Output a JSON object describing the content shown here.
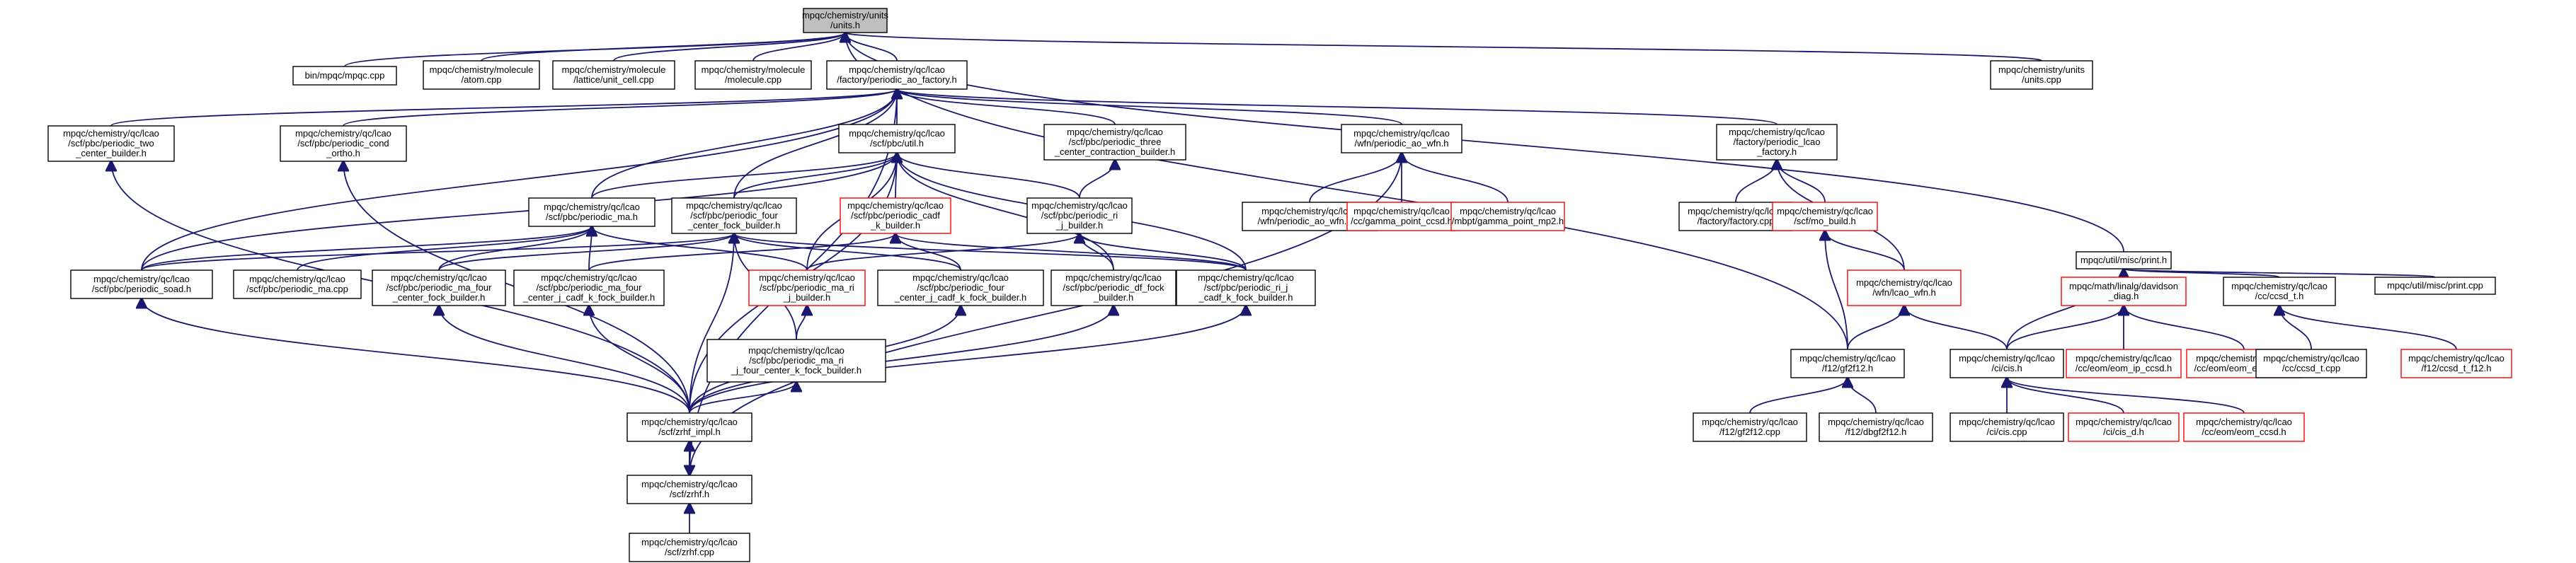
{
  "diagram": {
    "title": "",
    "colors": {
      "edge": "#191970",
      "root_fill": "#bfbfbf",
      "border": "#000000",
      "red_border": "#ff0000"
    },
    "nodes": [
      {
        "id": "units_h",
        "lines": [
          "mpqc/chemistry/units",
          "/units.h"
        ],
        "style": "root"
      },
      {
        "id": "mpqc_cpp",
        "lines": [
          "bin/mpqc/mpqc.cpp"
        ]
      },
      {
        "id": "atom_cpp",
        "lines": [
          "mpqc/chemistry/molecule",
          "/atom.cpp"
        ]
      },
      {
        "id": "unit_cell_cpp",
        "lines": [
          "mpqc/chemistry/molecule",
          "/lattice/unit_cell.cpp"
        ]
      },
      {
        "id": "molecule_cpp",
        "lines": [
          "mpqc/chemistry/molecule",
          "/molecule.cpp"
        ]
      },
      {
        "id": "periodic_ao_factory",
        "lines": [
          "mpqc/chemistry/qc/lcao",
          "/factory/periodic_ao_factory.h"
        ]
      },
      {
        "id": "units_cpp",
        "lines": [
          "mpqc/chemistry/units",
          "/units.cpp"
        ]
      },
      {
        "id": "two_center",
        "lines": [
          "mpqc/chemistry/qc/lcao",
          "/scf/pbc/periodic_two",
          "_center_builder.h"
        ]
      },
      {
        "id": "cond_ortho",
        "lines": [
          "mpqc/chemistry/qc/lcao",
          "/scf/pbc/periodic_cond",
          "_ortho.h"
        ]
      },
      {
        "id": "util_h",
        "lines": [
          "mpqc/chemistry/qc/lcao",
          "/scf/pbc/util.h"
        ]
      },
      {
        "id": "three_center",
        "lines": [
          "mpqc/chemistry/qc/lcao",
          "/scf/pbc/periodic_three",
          "_center_contraction_builder.h"
        ]
      },
      {
        "id": "periodic_ao_wfn",
        "lines": [
          "mpqc/chemistry/qc/lcao",
          "/wfn/periodic_ao_wfn.h"
        ]
      },
      {
        "id": "periodic_lcao_factory",
        "lines": [
          "mpqc/chemistry/qc/lcao",
          "/factory/periodic_lcao",
          "_factory.h"
        ]
      },
      {
        "id": "ma_h",
        "lines": [
          "mpqc/chemistry/qc/lcao",
          "/scf/pbc/periodic_ma.h"
        ]
      },
      {
        "id": "four_center_fock",
        "lines": [
          "mpqc/chemistry/qc/lcao",
          "/scf/pbc/periodic_four",
          "_center_fock_builder.h"
        ]
      },
      {
        "id": "cadf_k",
        "lines": [
          "mpqc/chemistry/qc/lcao",
          "/scf/pbc/periodic_cadf",
          "_k_builder.h"
        ],
        "style": "red"
      },
      {
        "id": "ri_j",
        "lines": [
          "mpqc/chemistry/qc/lcao",
          "/scf/pbc/periodic_ri",
          "_j_builder.h"
        ]
      },
      {
        "id": "ao_wfn_cpp",
        "lines": [
          "mpqc/chemistry/qc/lcao",
          "/wfn/periodic_ao_wfn.cpp"
        ]
      },
      {
        "id": "gamma_ccsd",
        "lines": [
          "mpqc/chemistry/qc/lcao",
          "/cc/gamma_point_ccsd.h"
        ],
        "style": "red"
      },
      {
        "id": "gamma_mp2",
        "lines": [
          "mpqc/chemistry/qc/lcao",
          "/mbpt/gamma_point_mp2.h"
        ],
        "style": "red"
      },
      {
        "id": "factory_cpp",
        "lines": [
          "mpqc/chemistry/qc/lcao",
          "/factory/factory.cpp"
        ]
      },
      {
        "id": "mo_build",
        "lines": [
          "mpqc/chemistry/qc/lcao",
          "/scf/mo_build.h"
        ],
        "style": "red"
      },
      {
        "id": "print_h",
        "lines": [
          "mpqc/util/misc/print.h"
        ]
      },
      {
        "id": "soad_h",
        "lines": [
          "mpqc/chemistry/qc/lcao",
          "/scf/pbc/periodic_soad.h"
        ]
      },
      {
        "id": "ma_cpp",
        "lines": [
          "mpqc/chemistry/qc/lcao",
          "/scf/pbc/periodic_ma.cpp"
        ]
      },
      {
        "id": "ma_four_center",
        "lines": [
          "mpqc/chemistry/qc/lcao",
          "/scf/pbc/periodic_ma_four",
          "_center_fock_builder.h"
        ]
      },
      {
        "id": "ma_four_cadf",
        "lines": [
          "mpqc/chemistry/qc/lcao",
          "/scf/pbc/periodic_ma_four",
          "_center_j_cadf_k_fock_builder.h"
        ]
      },
      {
        "id": "ma_ri_j",
        "lines": [
          "mpqc/chemistry/qc/lcao",
          "/scf/pbc/periodic_ma_ri",
          "_j_builder.h"
        ],
        "style": "red"
      },
      {
        "id": "four_cadf",
        "lines": [
          "mpqc/chemistry/qc/lcao",
          "/scf/pbc/periodic_four",
          "_center_j_cadf_k_fock_builder.h"
        ]
      },
      {
        "id": "df_fock",
        "lines": [
          "mpqc/chemistry/qc/lcao",
          "/scf/pbc/periodic_df_fock",
          "_builder.h"
        ]
      },
      {
        "id": "ri_j_cadf",
        "lines": [
          "mpqc/chemistry/qc/lcao",
          "/scf/pbc/periodic_ri_j",
          "_cadf_k_fock_builder.h"
        ]
      },
      {
        "id": "lcao_wfn",
        "lines": [
          "mpqc/chemistry/qc/lcao",
          "/wfn/lcao_wfn.h"
        ],
        "style": "red"
      },
      {
        "id": "davidson",
        "lines": [
          "mpqc/math/linalg/davidson",
          "_diag.h"
        ],
        "style": "red"
      },
      {
        "id": "ccsd_t",
        "lines": [
          "mpqc/chemistry/qc/lcao",
          "/cc/ccsd_t.h"
        ]
      },
      {
        "id": "print_cpp",
        "lines": [
          "mpqc/util/misc/print.cpp"
        ]
      },
      {
        "id": "ma_ri_four",
        "lines": [
          "mpqc/chemistry/qc/lcao",
          "/scf/pbc/periodic_ma_ri",
          "_j_four_center_k_fock_builder.h"
        ]
      },
      {
        "id": "f12gf2f12",
        "lines": [
          "mpqc/chemistry/qc/lcao",
          "/f12/gf2f12.h"
        ]
      },
      {
        "id": "cis_h",
        "lines": [
          "mpqc/chemistry/qc/lcao",
          "/ci/cis.h"
        ]
      },
      {
        "id": "eom_ip",
        "lines": [
          "mpqc/chemistry/qc/lcao",
          "/cc/eom/eom_ip_ccsd.h"
        ],
        "style": "red"
      },
      {
        "id": "eom_ea",
        "lines": [
          "mpqc/chemistry/qc/lcao",
          "/cc/eom/eom_ea_ccsd.h"
        ],
        "style": "red"
      },
      {
        "id": "ccsd_t_cpp",
        "lines": [
          "mpqc/chemistry/qc/lcao",
          "/cc/ccsd_t.cpp"
        ]
      },
      {
        "id": "ccsd_t_f12",
        "lines": [
          "mpqc/chemistry/qc/lcao",
          "/f12/ccsd_t_f12.h"
        ],
        "style": "red"
      },
      {
        "id": "zrhf_impl",
        "lines": [
          "mpqc/chemistry/qc/lcao",
          "/scf/zrhf_impl.h"
        ]
      },
      {
        "id": "gf2f12_cpp",
        "lines": [
          "mpqc/chemistry/qc/lcao",
          "/f12/gf2f12.cpp"
        ]
      },
      {
        "id": "dbgf2f12",
        "lines": [
          "mpqc/chemistry/qc/lcao",
          "/f12/dbgf2f12.h"
        ]
      },
      {
        "id": "cis_cpp",
        "lines": [
          "mpqc/chemistry/qc/lcao",
          "/ci/cis.cpp"
        ]
      },
      {
        "id": "cis_d",
        "lines": [
          "mpqc/chemistry/qc/lcao",
          "/ci/cis_d.h"
        ],
        "style": "red"
      },
      {
        "id": "eom_ccsd",
        "lines": [
          "mpqc/chemistry/qc/lcao",
          "/cc/eom/eom_ccsd.h"
        ],
        "style": "red"
      },
      {
        "id": "zrhf_h",
        "lines": [
          "mpqc/chemistry/qc/lcao",
          "/scf/zrhf.h"
        ]
      },
      {
        "id": "zrhf_cpp",
        "lines": [
          "mpqc/chemistry/qc/lcao",
          "/scf/zrhf.cpp"
        ]
      }
    ],
    "edges": [
      [
        "units_h",
        "mpqc_cpp"
      ],
      [
        "units_h",
        "atom_cpp"
      ],
      [
        "units_h",
        "unit_cell_cpp"
      ],
      [
        "units_h",
        "molecule_cpp"
      ],
      [
        "units_h",
        "periodic_ao_factory"
      ],
      [
        "units_h",
        "units_cpp"
      ],
      [
        "units_h",
        "print_h"
      ],
      [
        "units_h",
        "f12gf2f12"
      ],
      [
        "periodic_ao_factory",
        "two_center"
      ],
      [
        "periodic_ao_factory",
        "cond_ortho"
      ],
      [
        "periodic_ao_factory",
        "util_h"
      ],
      [
        "periodic_ao_factory",
        "three_center"
      ],
      [
        "periodic_ao_factory",
        "periodic_ao_wfn"
      ],
      [
        "periodic_ao_factory",
        "periodic_lcao_factory"
      ],
      [
        "periodic_ao_factory",
        "ma_h"
      ],
      [
        "periodic_ao_factory",
        "four_center_fock"
      ],
      [
        "periodic_ao_factory",
        "soad_h"
      ],
      [
        "periodic_ao_factory",
        "zrhf_h"
      ],
      [
        "util_h",
        "ma_h"
      ],
      [
        "util_h",
        "four_center_fock"
      ],
      [
        "util_h",
        "cadf_k"
      ],
      [
        "util_h",
        "ri_j"
      ],
      [
        "util_h",
        "ma_ri_j"
      ],
      [
        "util_h",
        "df_fock"
      ],
      [
        "util_h",
        "ri_j_cadf"
      ],
      [
        "util_h",
        "zrhf_impl"
      ],
      [
        "util_h",
        "soad_h"
      ],
      [
        "three_center",
        "ri_j"
      ],
      [
        "periodic_ao_wfn",
        "ao_wfn_cpp"
      ],
      [
        "periodic_ao_wfn",
        "gamma_ccsd"
      ],
      [
        "periodic_ao_wfn",
        "gamma_mp2"
      ],
      [
        "periodic_ao_wfn",
        "zrhf_h"
      ],
      [
        "periodic_lcao_factory",
        "factory_cpp"
      ],
      [
        "periodic_lcao_factory",
        "mo_build"
      ],
      [
        "periodic_lcao_factory",
        "lcao_wfn"
      ],
      [
        "ma_h",
        "soad_h"
      ],
      [
        "ma_h",
        "ma_cpp"
      ],
      [
        "ma_h",
        "ma_four_center"
      ],
      [
        "ma_h",
        "ma_four_cadf"
      ],
      [
        "ma_h",
        "ma_ri_j"
      ],
      [
        "four_center_fock",
        "soad_h"
      ],
      [
        "four_center_fock",
        "ma_four_center"
      ],
      [
        "four_center_fock",
        "four_cadf"
      ],
      [
        "four_center_fock",
        "ri_j_cadf"
      ],
      [
        "four_center_fock",
        "zrhf_impl"
      ],
      [
        "four_center_fock",
        "ma_ri_four"
      ],
      [
        "cadf_k",
        "four_cadf"
      ],
      [
        "cadf_k",
        "ma_four_cadf"
      ],
      [
        "cadf_k",
        "ri_j_cadf"
      ],
      [
        "ri_j",
        "df_fock"
      ],
      [
        "ri_j",
        "ri_j_cadf"
      ],
      [
        "ri_j",
        "ma_ri_j"
      ],
      [
        "mo_build",
        "lcao_wfn"
      ],
      [
        "mo_build",
        "f12gf2f12"
      ],
      [
        "lcao_wfn",
        "f12gf2f12"
      ],
      [
        "lcao_wfn",
        "cis_h"
      ],
      [
        "print_h",
        "davidson"
      ],
      [
        "print_h",
        "ccsd_t"
      ],
      [
        "print_h",
        "print_cpp"
      ],
      [
        "print_h",
        "cis_h"
      ],
      [
        "davidson",
        "cis_h"
      ],
      [
        "davidson",
        "eom_ip"
      ],
      [
        "davidson",
        "eom_ea"
      ],
      [
        "ccsd_t",
        "ccsd_t_cpp"
      ],
      [
        "ccsd_t",
        "ccsd_t_f12"
      ],
      [
        "ma_ri_j",
        "ma_ri_four"
      ],
      [
        "f12gf2f12",
        "gf2f12_cpp"
      ],
      [
        "f12gf2f12",
        "dbgf2f12"
      ],
      [
        "cis_h",
        "cis_cpp"
      ],
      [
        "cis_h",
        "cis_d"
      ],
      [
        "cis_h",
        "eom_ccsd"
      ],
      [
        "two_center",
        "zrhf_impl"
      ],
      [
        "cond_ortho",
        "zrhf_impl"
      ],
      [
        "soad_h",
        "zrhf_impl"
      ],
      [
        "ma_four_center",
        "zrhf_impl"
      ],
      [
        "ma_four_cadf",
        "zrhf_impl"
      ],
      [
        "ma_ri_four",
        "zrhf_impl"
      ],
      [
        "four_cadf",
        "zrhf_impl"
      ],
      [
        "df_fock",
        "zrhf_impl"
      ],
      [
        "ri_j_cadf",
        "zrhf_impl"
      ],
      [
        "zrhf_impl",
        "zrhf_h"
      ],
      [
        "zrhf_h",
        "zrhf_impl"
      ],
      [
        "zrhf_h",
        "zrhf_cpp"
      ]
    ]
  }
}
